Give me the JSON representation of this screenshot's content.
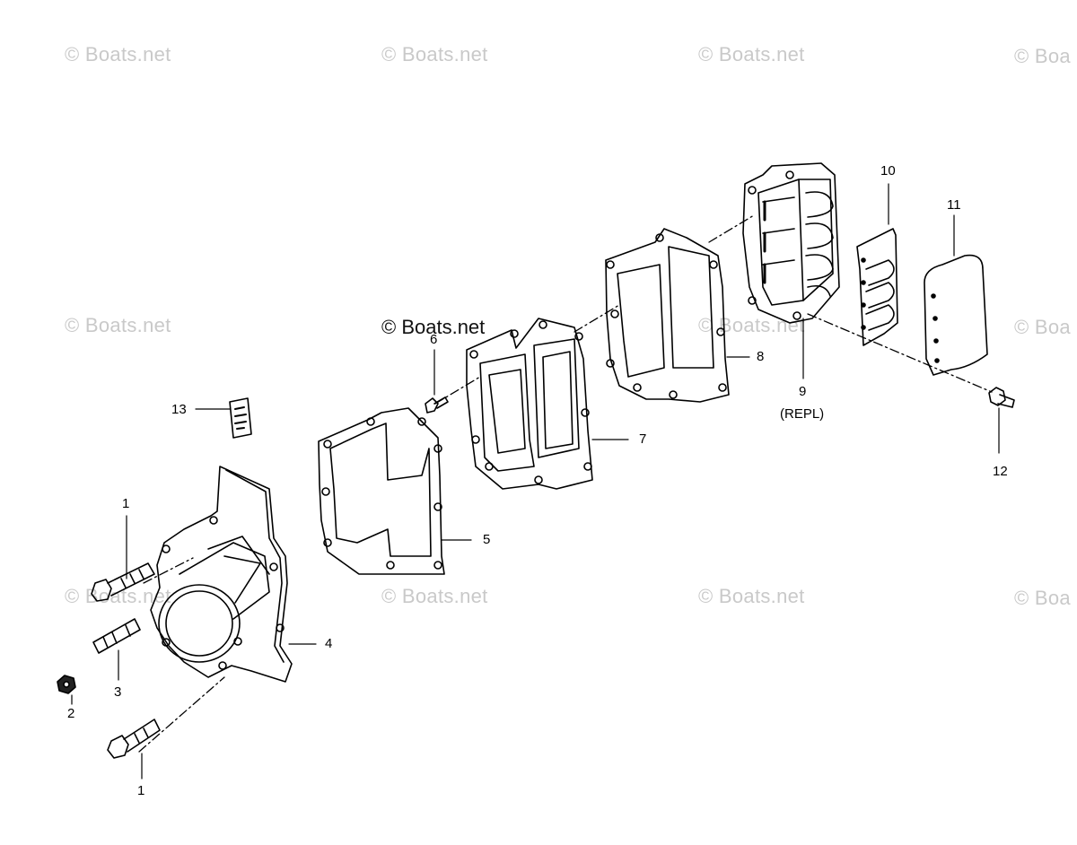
{
  "watermark_text": "© Boats.net",
  "watermark_text_cut": "© Boa",
  "watermark_text_bold": "© Boats.net",
  "callouts": {
    "p1a": "1",
    "p1b": "1",
    "p2": "2",
    "p3": "3",
    "p4": "4",
    "p5": "5",
    "p6": "6",
    "p7": "7",
    "p8": "8",
    "p9": "9",
    "p9_note": "(REPL)",
    "p10": "10",
    "p11": "11",
    "p12": "12",
    "p13": "13"
  },
  "colors": {
    "ink": "#000000",
    "watermark": "#c9c9c9",
    "background": "#ffffff"
  }
}
